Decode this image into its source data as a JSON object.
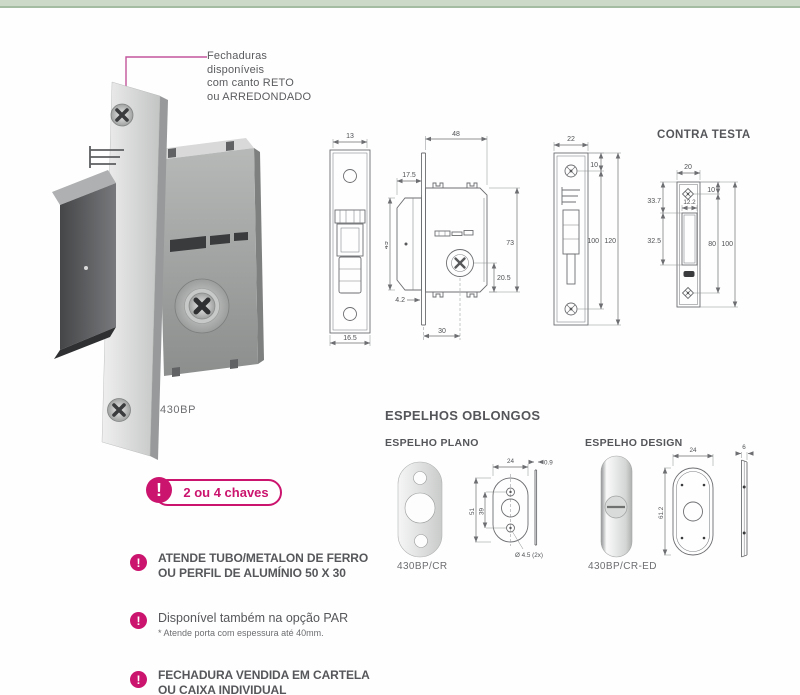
{
  "annotation": {
    "lines": [
      "Fechaduras",
      "disponíveis",
      "com canto RETO",
      "ou ARREDONDADO"
    ]
  },
  "product": {
    "code": "430BP"
  },
  "drawings": {
    "front": {
      "width_top": "13",
      "width_bottom": "16.5"
    },
    "side": {
      "width": "48",
      "bolt_width": "17.5",
      "bolt_height": "49",
      "body_height": "73",
      "cylinder_offset": "20.5",
      "plate_thickness": "4.2",
      "backset": "30"
    },
    "plate": {
      "width": "22",
      "screw_top": "10",
      "screw_span": "100",
      "height": "120"
    },
    "contra_testa": {
      "title": "CONTRA TESTA",
      "width": "20",
      "screw_top": "10",
      "upper": "33.7",
      "slot_width": "12.2",
      "lower": "32.5",
      "screw_span": "80",
      "height": "100"
    }
  },
  "espelhos": {
    "title": "ESPELHOS OBLONGOS",
    "plano": {
      "title": "ESPELHO PLANO",
      "code": "430BP/CR",
      "dims": {
        "width": "24",
        "thickness": "0.9",
        "height": "51",
        "hole_span": "39",
        "hole_diameter": "Ø 4.5 (2x)"
      }
    },
    "design": {
      "title": "ESPELHO DESIGN",
      "code": "430BP/CR-ED",
      "dims": {
        "width": "24",
        "height": "61.2",
        "thickness": "6"
      }
    }
  },
  "features": {
    "icon_glyph": "!",
    "badge": "2 ou 4 chaves",
    "items": [
      {
        "lines": [
          "ATENDE TUBO/METALON DE FERRO",
          "OU PERFIL DE ALUMÍNIO 50 X 30"
        ]
      },
      {
        "lines": [
          "Disponível também na opção PAR"
        ],
        "note": "* Atende porta com espessura até 40mm."
      },
      {
        "lines": [
          "FECHADURA VENDIDA EM CARTELA",
          "OU CAIXA INDIVIDUAL"
        ]
      }
    ]
  },
  "colors": {
    "accent": "#cb146e",
    "band": "#cdd9c8",
    "text": "#58595b",
    "line": "#6d6e71"
  }
}
